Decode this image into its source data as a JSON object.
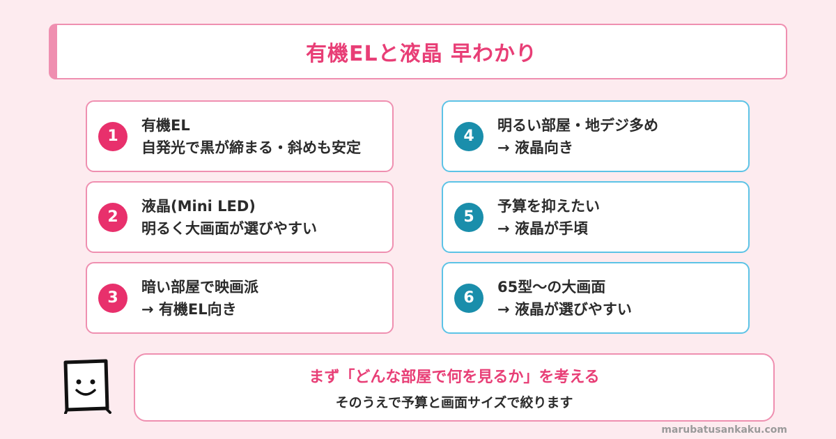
{
  "title": "有機ELと液晶 早わかり",
  "cards": [
    {
      "num": "1",
      "line1": "有機EL",
      "line2": "自発光で黒が締まる・斜めも安定"
    },
    {
      "num": "2",
      "line1": "液晶(Mini LED)",
      "line2": "明るく大画面が選びやすい"
    },
    {
      "num": "3",
      "line1": "暗い部屋で映画派",
      "line2": "→ 有機EL向き"
    },
    {
      "num": "4",
      "line1": "明るい部屋・地デジ多め",
      "line2": "→ 液晶向き"
    },
    {
      "num": "5",
      "line1": "予算を抑えたい",
      "line2": "→ 液晶が手頃"
    },
    {
      "num": "6",
      "line1": "65型〜の大画面",
      "line2": "→ 液晶が選びやすい"
    }
  ],
  "bottom": {
    "main": "まず「どんな部屋で何を見るか」を考える",
    "sub": "そのうえで予算と画面サイズで絞ります"
  },
  "site": "marubatusankaku.com",
  "colors": {
    "background": "#fdebef",
    "accent_pink": "#e83e76",
    "pink_border": "#ef8fb0",
    "blue_border": "#5cc3e6",
    "blue_badge": "#1a8eab"
  },
  "icons": {
    "mascot": "smiley-square-face-icon"
  }
}
